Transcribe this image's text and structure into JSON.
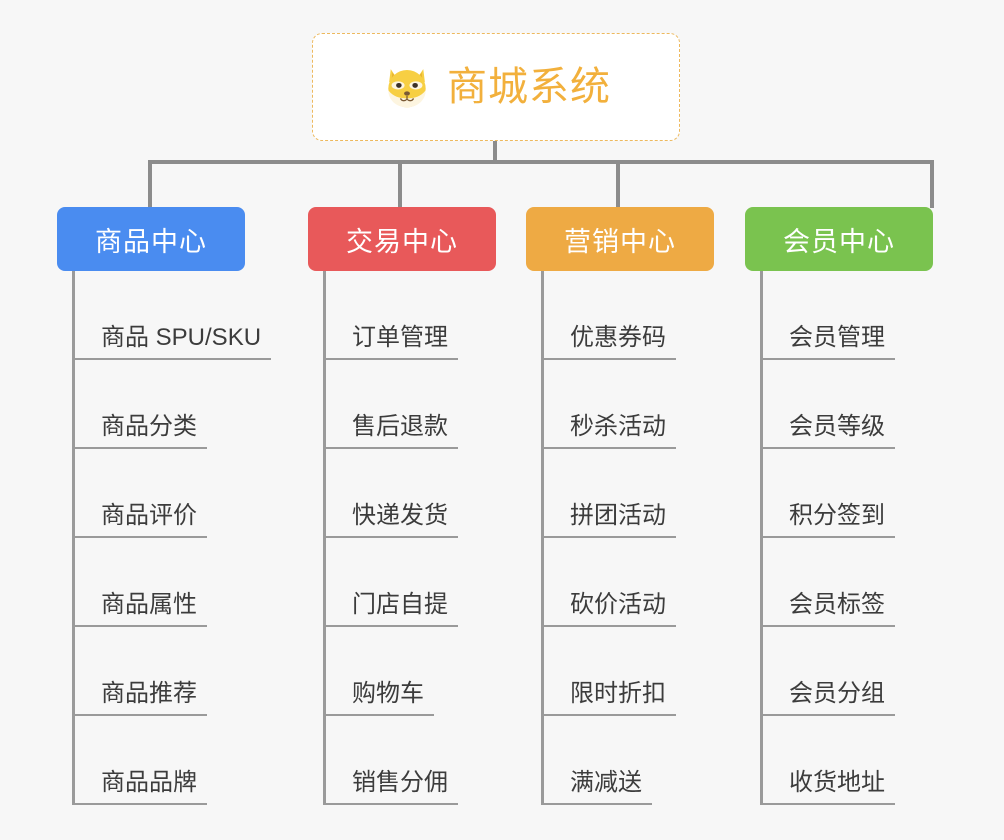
{
  "background_color": "#f7f7f7",
  "root": {
    "title": "商城系统",
    "icon": "shiba-dog-face-emoji",
    "text_color": "#f2b03c",
    "border_color": "#edb95e",
    "background": "#ffffff"
  },
  "connector_color": "#8c8c8c",
  "leaf_text_color": "#3c3c3c",
  "leaf_rule_color": "#9a9a9a",
  "columns": [
    {
      "title": "商品中心",
      "color": "#4a8cf0",
      "items": [
        "商品 SPU/SKU",
        "商品分类",
        "商品评价",
        "商品属性",
        "商品推荐",
        "商品品牌"
      ]
    },
    {
      "title": "交易中心",
      "color": "#e8595a",
      "items": [
        "订单管理",
        "售后退款",
        "快递发货",
        "门店自提",
        "购物车",
        "销售分佣"
      ]
    },
    {
      "title": "营销中心",
      "color": "#eeaa44",
      "items": [
        "优惠券码",
        "秒杀活动",
        "拼团活动",
        "砍价活动",
        "限时折扣",
        "满减送"
      ]
    },
    {
      "title": "会员中心",
      "color": "#7ac34f",
      "items": [
        "会员管理",
        "会员等级",
        "积分签到",
        "会员标签",
        "会员分组",
        "收货地址"
      ]
    }
  ]
}
